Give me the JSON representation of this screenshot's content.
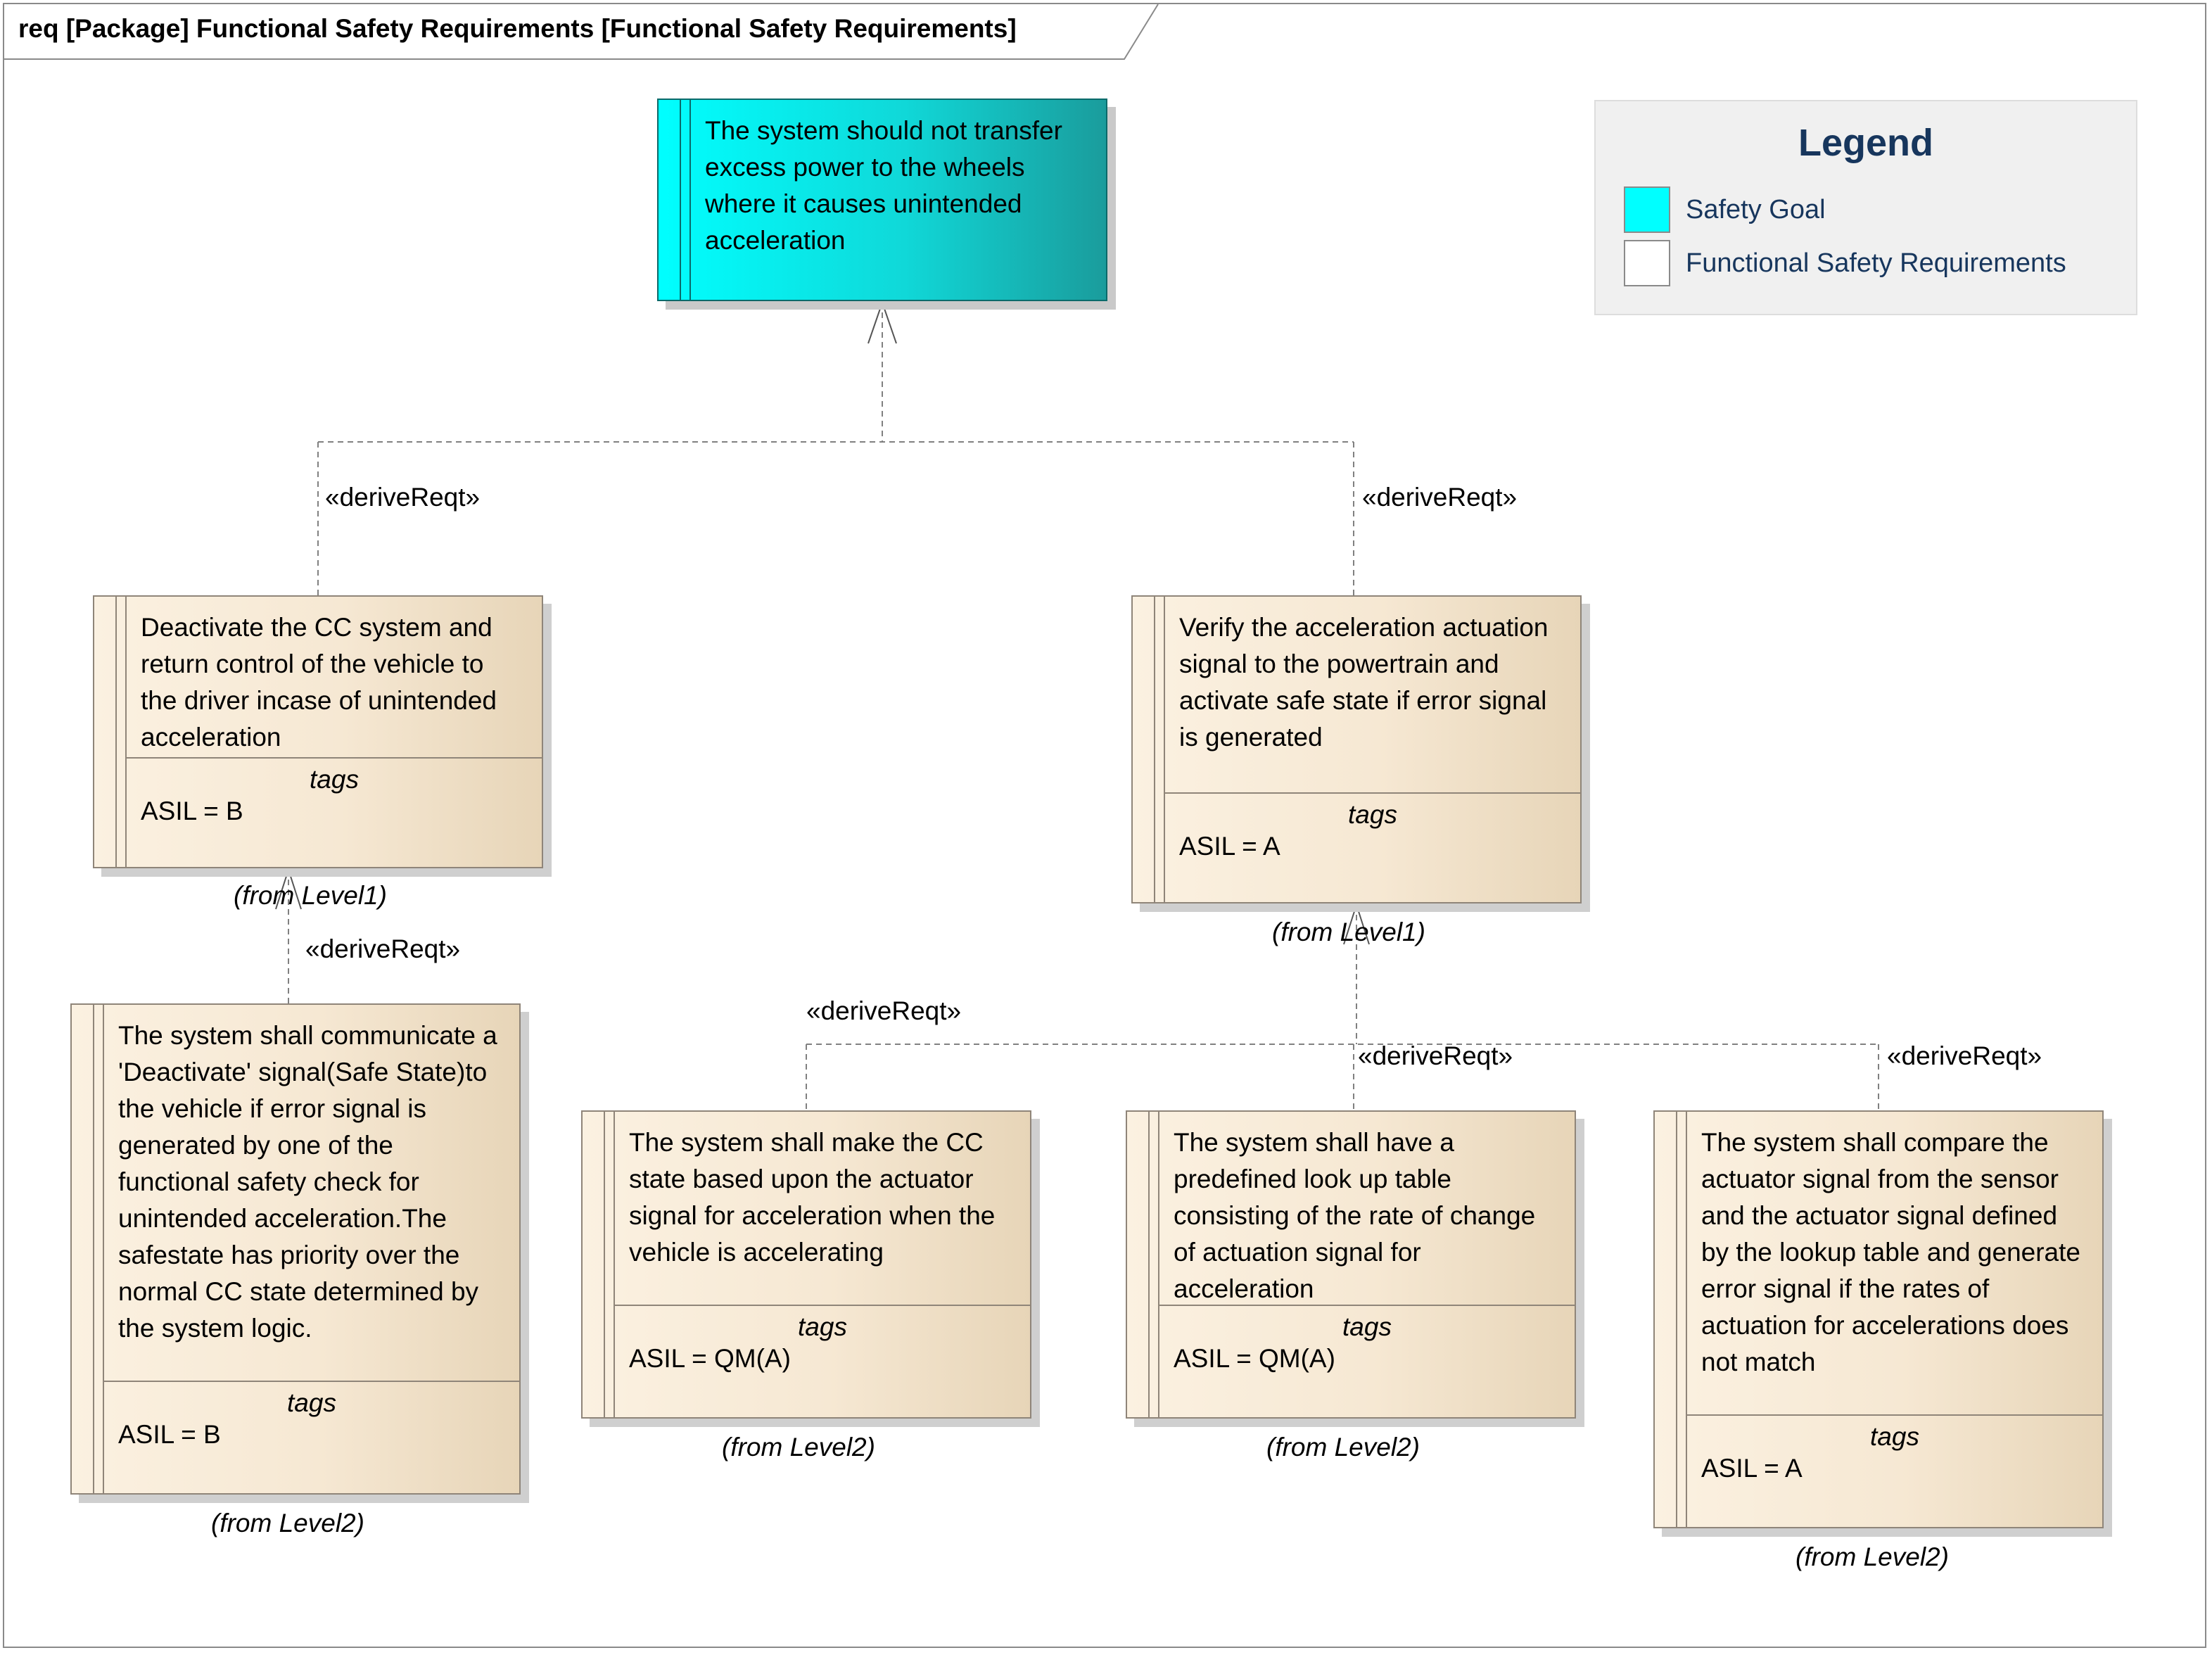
{
  "frame": {
    "title": "req [Package] Functional Safety Requirements [Functional Safety Requirements]"
  },
  "legend": {
    "title": "Legend",
    "items": [
      {
        "label": "Safety Goal",
        "color": "#00ffff"
      },
      {
        "label": "Functional Safety Requirements",
        "color": "#ffffff"
      }
    ]
  },
  "requirements": {
    "goal": {
      "text": "The system should not transfer excess power to the wheels where it causes unintended acceleration"
    },
    "fsr_deactivate": {
      "text": "Deactivate the CC system and return control of the vehicle to the driver incase of unintended acceleration",
      "tags_label": "tags",
      "tag": "ASIL = B",
      "from": "(from Level1)"
    },
    "fsr_verify": {
      "text": "Verify the  acceleration actuation signal to the powertrain and activate safe state if error signal is generated",
      "tags_label": "tags",
      "tag": "ASIL = A",
      "from": "(from Level1)"
    },
    "fsr_communicate": {
      "text": "The system shall communicate a 'Deactivate' signal(Safe State)to the vehicle if error signal is generated by one of the functional safety check for unintended acceleration.The safestate has priority over the normal CC state determined by the system logic.",
      "tags_label": "tags",
      "tag": "ASIL = B",
      "from": "(from Level2)"
    },
    "fsr_cc_state": {
      "text": "The system shall make the CC state based upon the actuator signal for acceleration when the vehicle is accelerating",
      "tags_label": "tags",
      "tag": "ASIL = QM(A)",
      "from": "(from Level2)"
    },
    "fsr_lookup": {
      "text": "The system shall have a predefined look up table consisting of the rate of change of actuation signal for acceleration",
      "tags_label": "tags",
      "tag": "ASIL = QM(A)",
      "from": "(from Level2)"
    },
    "fsr_compare": {
      "text": "The system shall compare the actuator signal from the sensor and the actuator signal defined by the lookup table and generate error signal if the rates of actuation for accelerations does not match",
      "tags_label": "tags",
      "tag": "ASIL = A",
      "from": "(from Level2)"
    }
  },
  "relations": [
    {
      "label": "«deriveReqt»",
      "from": "fsr_deactivate",
      "to": "goal"
    },
    {
      "label": "«deriveReqt»",
      "from": "fsr_verify",
      "to": "goal"
    },
    {
      "label": "«deriveReqt»",
      "from": "fsr_communicate",
      "to": "fsr_deactivate"
    },
    {
      "label": "«deriveReqt»",
      "from": "fsr_cc_state",
      "to": "fsr_verify"
    },
    {
      "label": "«deriveReqt»",
      "from": "fsr_lookup",
      "to": "fsr_verify"
    },
    {
      "label": "«deriveReqt»",
      "from": "fsr_compare",
      "to": "fsr_verify"
    }
  ]
}
